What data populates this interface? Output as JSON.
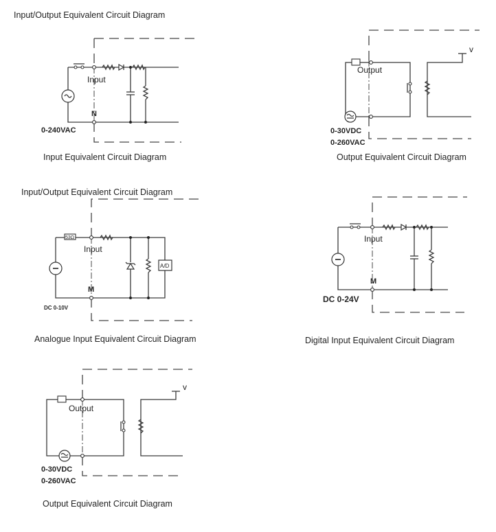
{
  "panels": {
    "p1": {
      "heading": "Input/Output Equivalent Circuit Diagram",
      "terminal_label": "Input",
      "neutral_label": "N",
      "source_label": "0-240VAC",
      "caption": "Input Equivalent Circuit Diagram"
    },
    "p2": {
      "terminal_label": "Output",
      "source_label_1": "0-30VDC",
      "source_label_2": "0-260VAC",
      "supply_label": "v",
      "caption": "Output Equivalent Circuit Diagram"
    },
    "p3": {
      "heading": "Input/Output Equivalent Circuit Diagram",
      "terminal_label": "Input",
      "neutral_label": "M",
      "source_label": "DC 0-10V",
      "fuse_label": "53Ω",
      "converter_label": "A/D",
      "caption": "Analogue Input Equivalent Circuit Diagram"
    },
    "p4": {
      "terminal_label": "Input",
      "neutral_label": "M",
      "source_label": "DC 0-24V",
      "caption": "Digital Input Equivalent Circuit Diagram"
    },
    "p5": {
      "terminal_label": "Output",
      "source_label_1": "0-30VDC",
      "source_label_2": "0-260VAC",
      "supply_label": "v",
      "caption": "Output Equivalent Circuit Diagram"
    }
  }
}
